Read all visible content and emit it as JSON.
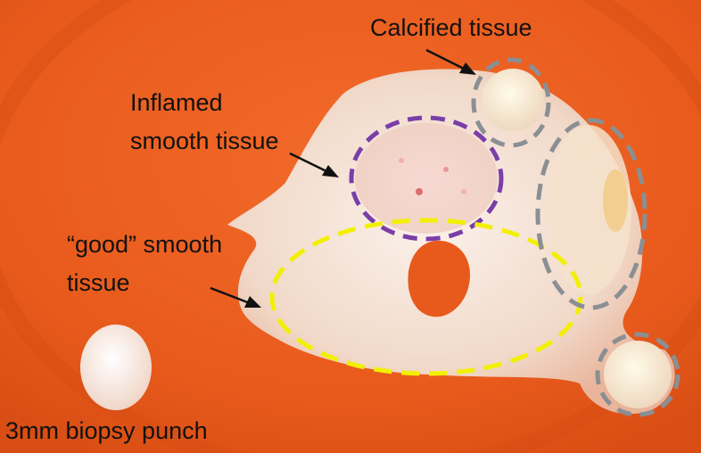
{
  "labels": {
    "calcified": "Calcified tissue",
    "inflamed_line1": "Inflamed",
    "inflamed_line2": "smooth tissue",
    "good_line1": "“good” smooth",
    "good_line2": "tissue",
    "punch": "3mm biopsy punch"
  },
  "colors": {
    "background": "#e85a1c",
    "tissue": "#f3ded0",
    "inflamed_outline": "#7a3ea8",
    "good_outline": "#f2f000",
    "calcified_outline": "#8a8f93",
    "arrow": "#111111"
  }
}
